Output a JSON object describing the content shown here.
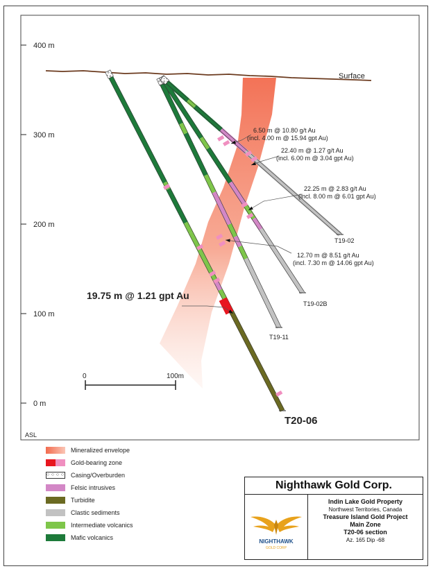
{
  "axis": {
    "ticks": [
      {
        "value": 400,
        "label": "400 m"
      },
      {
        "value": 300,
        "label": "300 m"
      },
      {
        "value": 200,
        "label": "200 m"
      },
      {
        "value": 100,
        "label": "100 m"
      },
      {
        "value": 0,
        "label": "0 m"
      }
    ],
    "datum": "ASL"
  },
  "surface_label": "Surface",
  "scale_bar": {
    "start": "0",
    "end": "100m"
  },
  "holes": [
    {
      "id": "T20-06"
    },
    {
      "id": "T19-11"
    },
    {
      "id": "T19-02B"
    },
    {
      "id": "T19-02"
    }
  ],
  "intercepts": [
    {
      "line1": "6.50 m @ 10.80 g/t Au",
      "line2": "(incl. 4.00 m @ 15.94 gpt Au)"
    },
    {
      "line1": "22.40 m @ 1.27 g/t Au",
      "line2": "(incl. 6.00 m @ 3.04 gpt Au)"
    },
    {
      "line1": "22.25 m @ 2.83 g/t Au",
      "line2": "(incl. 8.00 m @ 6.01 gpt Au)"
    },
    {
      "line1": "12.70 m @ 8.51 g/t Au",
      "line2": "(incl. 7.30 m @ 14.06 gpt Au)"
    },
    {
      "line1": "19.75 m @ 1.21 gpt Au",
      "line2": ""
    }
  ],
  "legend": [
    {
      "label": "Mineralized envelope",
      "color": "#f26b4e"
    },
    {
      "label": "Gold-bearing zone",
      "color": "#e8161f",
      "color2": "#f08fc0"
    },
    {
      "label": "Casing/Overburden",
      "color": "#ffffff"
    },
    {
      "label": "Felsic intrusives",
      "color": "#d387c6"
    },
    {
      "label": "Turbidite",
      "color": "#6b6a22"
    },
    {
      "label": "Clastic sediments",
      "color": "#c2c2c2"
    },
    {
      "label": "Intermediate volcanics",
      "color": "#7ec64a"
    },
    {
      "label": "Mafic volcanics",
      "color": "#1d7a3a"
    }
  ],
  "title_block": {
    "company": "Nighthawk Gold Corp.",
    "logo_name": "NIGHTHAWK",
    "logo_sub": "GOLD CORP",
    "property": "Indin Lake Gold Property",
    "location": "Northwest Territories, Canada",
    "project": "Treasure Island Gold Project",
    "zone": "Main Zone",
    "section": "T20-06 section",
    "orientation": "Az. 165  Dip -68"
  }
}
